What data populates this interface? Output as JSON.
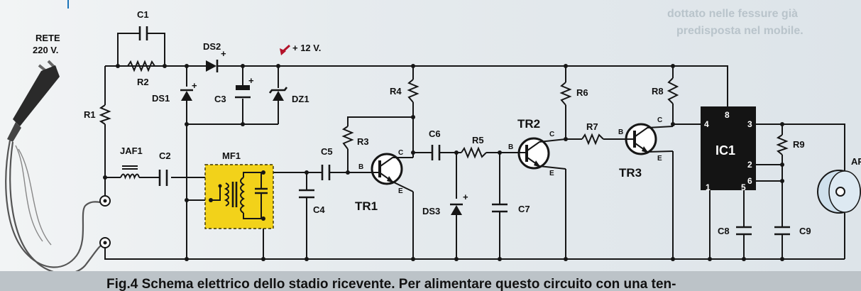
{
  "background_text": {
    "line1": "dottato nelle fessure già",
    "line2": "predisposta nel mobile."
  },
  "caption": "Fig.4 Schema elettrico dello stadio ricevente. Per alimentare questo circuito con una ten-",
  "mains": {
    "line1": "RETE",
    "line2": "220 V."
  },
  "voltage_label": "+ 12 V.",
  "components": {
    "C1": "C1",
    "C2": "C2",
    "C3": "C3",
    "C4": "C4",
    "C5": "C5",
    "C6": "C6",
    "C7": "C7",
    "C8": "C8",
    "C9": "C9",
    "R1": "R1",
    "R2": "R2",
    "R3": "R3",
    "R4": "R4",
    "R5": "R5",
    "R6": "R6",
    "R7": "R7",
    "R8": "R8",
    "R9": "R9",
    "DS1": "DS1",
    "DS2": "DS2",
    "DS3": "DS3",
    "DZ1": "DZ1",
    "JAF1": "JAF1",
    "MF1": "MF1",
    "TR1": "TR1",
    "TR2": "TR2",
    "TR3": "TR3",
    "IC1": "IC1",
    "AP": "AP"
  },
  "transistor_pins": {
    "b": "B",
    "c": "C",
    "e": "E"
  },
  "ic_pins": [
    "8",
    "4",
    "3",
    "2",
    "6",
    "1",
    "5"
  ],
  "polarity": "+",
  "colors": {
    "wire": "#161616",
    "mf1_fill": "#f2d21a",
    "ic_fill": "#141414",
    "caption_bar": "#bcc3c8"
  }
}
